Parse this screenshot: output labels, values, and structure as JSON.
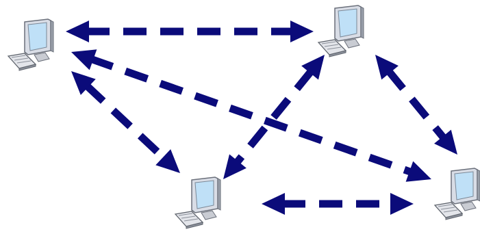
{
  "diagram": {
    "type": "network",
    "style": {
      "arrow_color": "#0b0b7a",
      "background": "#ffffff"
    },
    "nodes": [
      {
        "id": "top-left",
        "icon": "desktop-computer-icon"
      },
      {
        "id": "top-right",
        "icon": "desktop-computer-icon"
      },
      {
        "id": "bottom-left",
        "icon": "desktop-computer-icon"
      },
      {
        "id": "bottom-right",
        "icon": "desktop-computer-icon"
      }
    ],
    "links": [
      {
        "from": "top-left",
        "to": "top-right",
        "direction": "both",
        "style": "dashed"
      },
      {
        "from": "top-left",
        "to": "bottom-left",
        "direction": "both",
        "style": "dashed"
      },
      {
        "from": "top-left",
        "to": "bottom-right",
        "direction": "both",
        "style": "dashed"
      },
      {
        "from": "top-right",
        "to": "bottom-left",
        "direction": "both",
        "style": "dashed"
      },
      {
        "from": "top-right",
        "to": "bottom-right",
        "direction": "both",
        "style": "dashed"
      },
      {
        "from": "bottom-left",
        "to": "bottom-right",
        "direction": "both",
        "style": "dashed"
      }
    ]
  }
}
